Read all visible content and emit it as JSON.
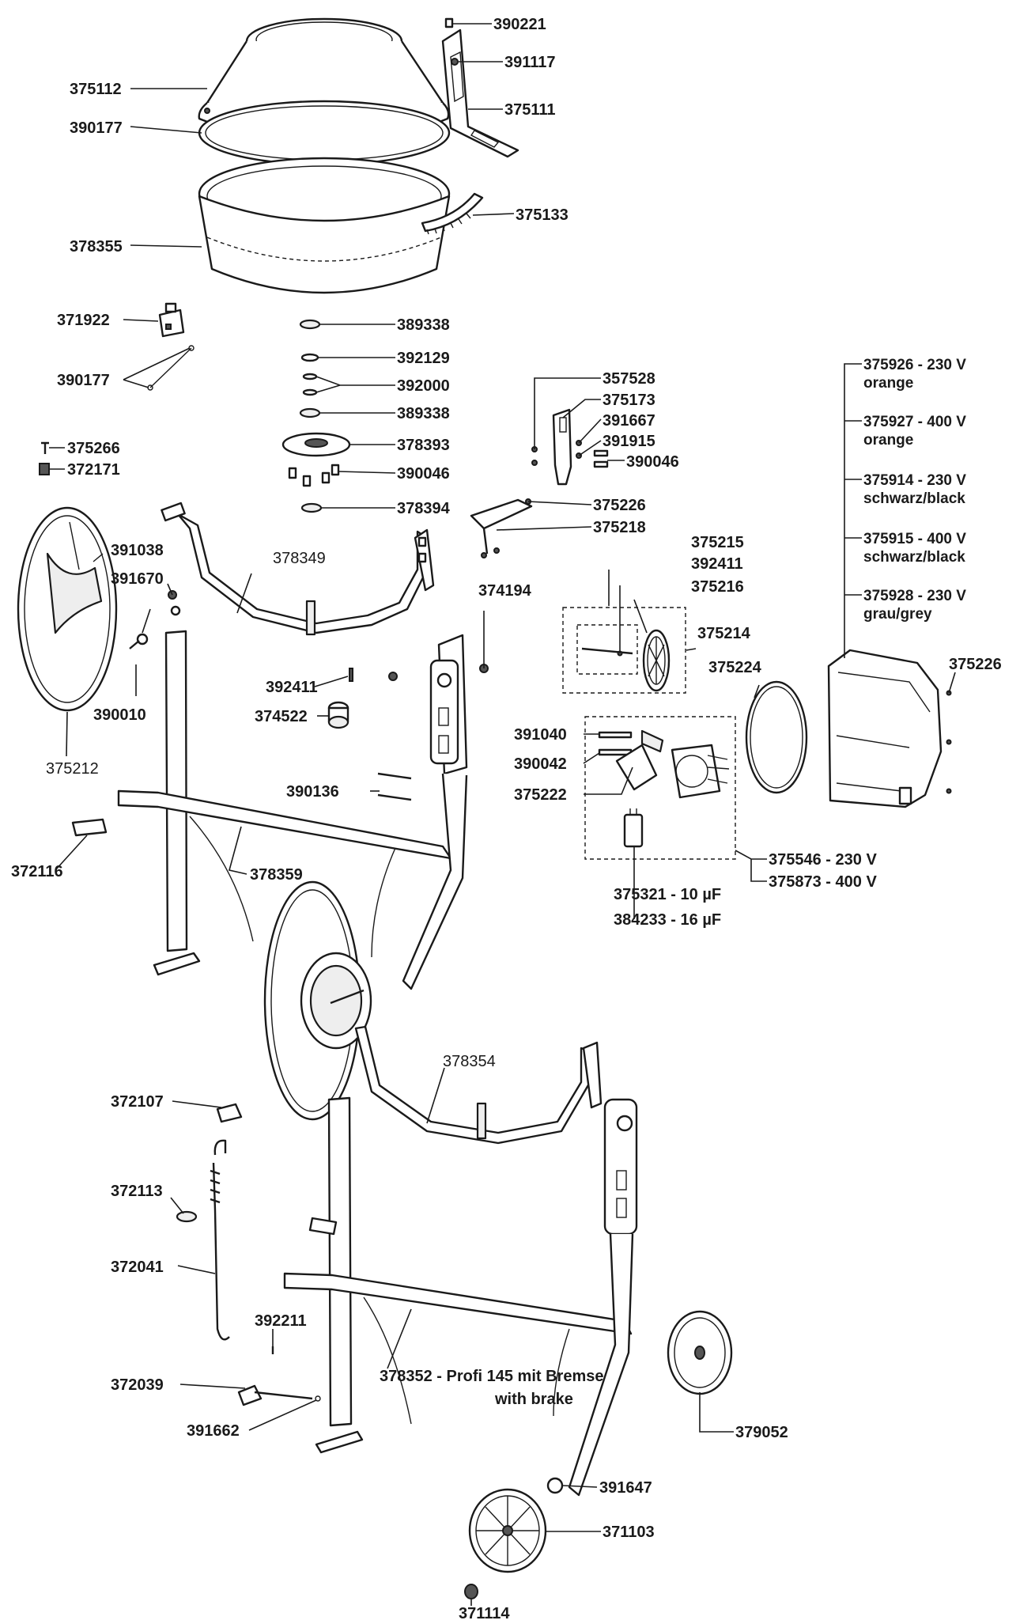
{
  "labels": {
    "l390221": "390221",
    "l391117": "391117",
    "l375111": "375111",
    "l375112": "375112",
    "l390177a": "390177",
    "l375133": "375133",
    "l378355": "378355",
    "l371922": "371922",
    "l390177b": "390177",
    "l389338a": "389338",
    "l392129": "392129",
    "l392000": "392000",
    "l389338b": "389338",
    "l378393": "378393",
    "l390046a": "390046",
    "l378394": "378394",
    "l375266": "375266",
    "l372171": "372171",
    "l357528": "357528",
    "l375173": "375173",
    "l391667": "391667",
    "l391915": "391915",
    "l390046b": "390046",
    "l375226a": "375226",
    "l375218": "375218",
    "l375926": "375926 - 230 V",
    "l375926c": "orange",
    "l375927": "375927 - 400 V",
    "l375927c": "orange",
    "l375914": "375914 - 230 V",
    "l375914c": "schwarz/black",
    "l375915": "375915 - 400 V",
    "l375915c": "schwarz/black",
    "l375928": "375928 - 230 V",
    "l375928c": "grau/grey",
    "l375226b": "375226",
    "l391038": "391038",
    "l391670": "391670",
    "l378349": "378349",
    "l374194": "374194",
    "l375215": "375215",
    "l392411a": "392411",
    "l375216": "375216",
    "l375214": "375214",
    "l375224": "375224",
    "l390010": "390010",
    "l392411b": "392411",
    "l374522": "374522",
    "l375212": "375212",
    "l391040": "391040",
    "l390042": "390042",
    "l375222": "375222",
    "l390136": "390136",
    "l372116": "372116",
    "l378359": "378359",
    "l375546": "375546 - 230 V",
    "l375873": "375873 - 400 V",
    "l375321": "375321 - 10 µF",
    "l384233": "384233 - 16 µF",
    "l378354": "378354",
    "l372107": "372107",
    "l372113": "372113",
    "l372041": "372041",
    "l392211": "392211",
    "l372039": "372039",
    "l391662": "391662",
    "l378352": "378352 - Profi 145 mit Bremse",
    "l378352b": "with brake",
    "l379052": "379052",
    "l391647": "391647",
    "l371103": "371103",
    "l371114": "371114"
  }
}
